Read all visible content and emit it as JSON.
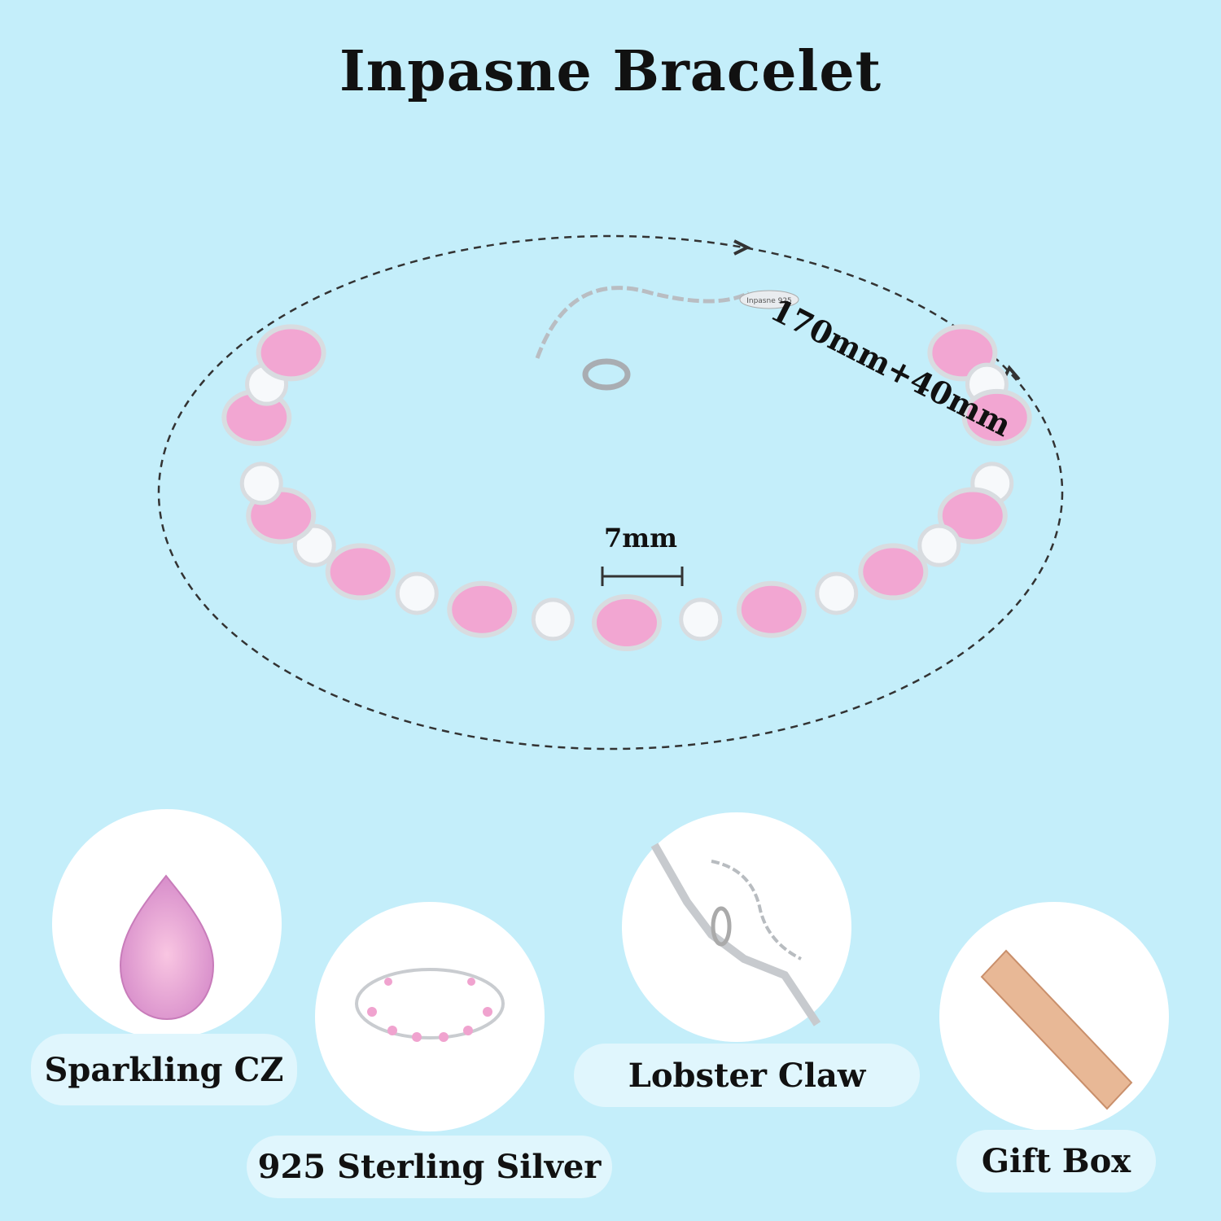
{
  "title": "Inpasne Bracelet",
  "size_label": "170mm+40mm",
  "width_label": "7mm",
  "tag_text": "Inpasne 925",
  "features": [
    {
      "label": "Sparkling CZ",
      "icon": "pink-teardrop-gem-icon"
    },
    {
      "label": "925 Sterling Silver",
      "icon": "bracelet-thumbnail-icon"
    },
    {
      "label": "Lobster Claw",
      "icon": "lobster-clasp-icon"
    },
    {
      "label": "Gift Box",
      "icon": "gift-box-icon"
    }
  ],
  "colors": {
    "background": "#c4eefa",
    "gem_pink": "#f2a6d2",
    "silver": "#d8dce0",
    "gift_box": "#e8b896"
  }
}
